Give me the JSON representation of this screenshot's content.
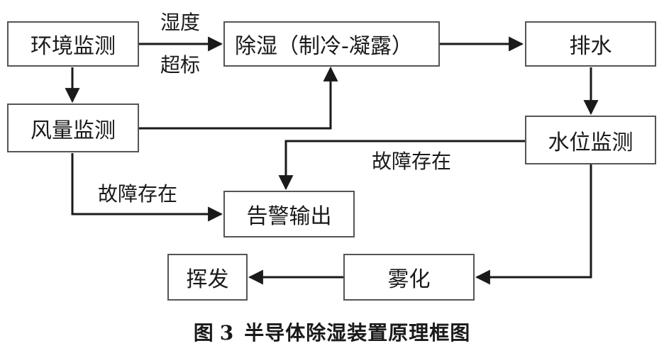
{
  "nodes": {
    "env": "环境监测",
    "dehumid": "除湿（制冷-凝露）",
    "drain": "排水",
    "airflow": "风量监测",
    "water": "水位监测",
    "alarm": "告警输出",
    "atomize": "雾化",
    "evaporate": "挥发"
  },
  "edges": {
    "humidity_top": "湿度",
    "humidity_bottom": "超标",
    "fault_right": "故障存在",
    "fault_left": "故障存在"
  },
  "caption": {
    "prefix": "图",
    "number": "3",
    "text": "半导体除湿装置原理框图"
  }
}
